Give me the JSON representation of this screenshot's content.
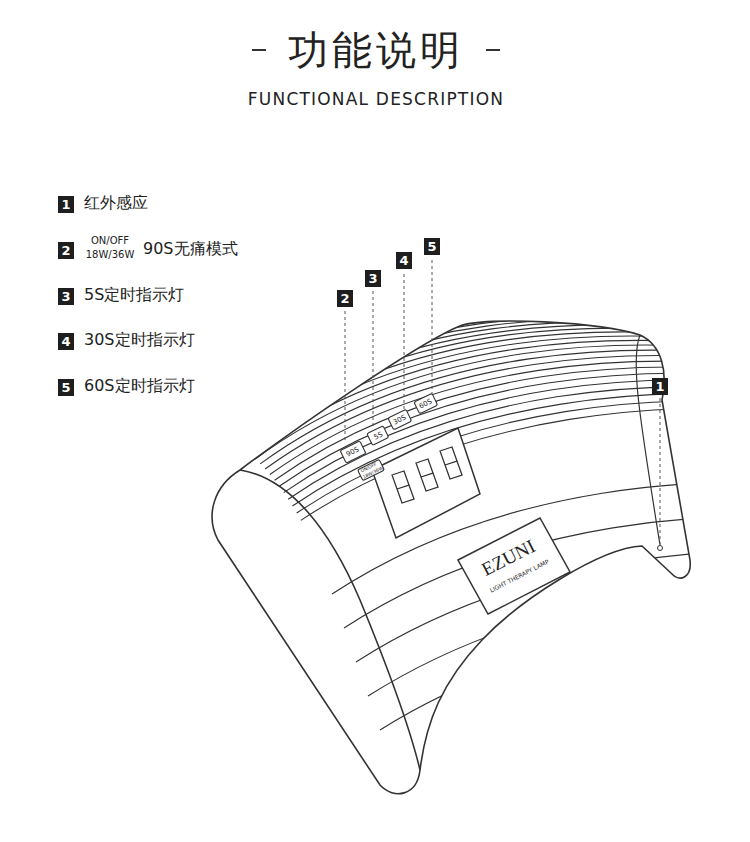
{
  "diagram": {
    "title": "功能说明",
    "labels": [
      "FUNCTIONAL DESCRIPTION",
      "1",
      "红外感应",
      "2",
      "ON/OFF",
      "18W/36W",
      "90S无痛模式",
      "3",
      "5S定时指示灯",
      "4",
      "30S定时指示灯",
      "5",
      "60S定时指示灯",
      "2",
      "3",
      "4",
      "5",
      "1",
      "90S",
      "5S",
      "30S",
      "60S",
      "ON/OFF",
      "18W/36W",
      "EZUNI",
      "LIGHT THERAPY LAMP"
    ]
  }
}
